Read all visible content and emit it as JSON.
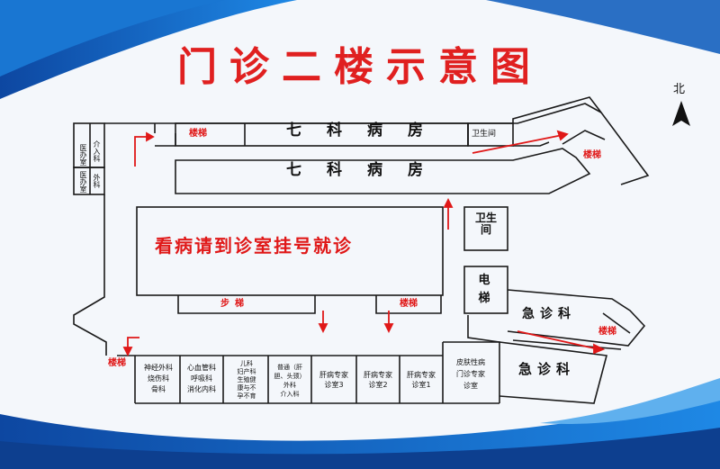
{
  "title": "门诊二楼示意图",
  "compass": {
    "label": "北"
  },
  "rooms": {
    "stairs_top": "楼梯",
    "ward_top": "七科病房",
    "toilet_top": "卫生间",
    "ward_middle": "七科病房",
    "stairs_right": "楼梯",
    "clinic_center": "看病请到诊室挂号就诊",
    "toilet_right": "卫生间",
    "elevator": "电梯",
    "emergency_upper": "急诊科",
    "emergency_lower": "急诊科",
    "stairs_se": "楼梯",
    "escalator": "步梯",
    "stairs_mid_bottom": "楼梯",
    "stairs_left": "楼梯",
    "office_1": "医办室",
    "dept_1": "介入科",
    "office_2": "医办室",
    "dept_2": "外科",
    "room_neuro": "神经外科\n烧伤科\n骨科",
    "room_cardio": "心血管科\n呼吸科\n消化内科",
    "room_peds": "儿科\n妇产科\n生殖健\n康与不\n孕不育",
    "room_general": "普通（肝\n胆、头颈）\n外科\n介入科",
    "room_liver3": "肝病专家\n诊室3",
    "room_liver2": "肝病专家\n诊室2",
    "room_liver1": "肝病专家\n诊室1",
    "room_derm": "皮肤性病\n门诊专家\n诊室"
  },
  "colors": {
    "wall": "#1a1a1a",
    "arrow": "#e01818",
    "title": "#e02020",
    "band": "#1565c0"
  }
}
